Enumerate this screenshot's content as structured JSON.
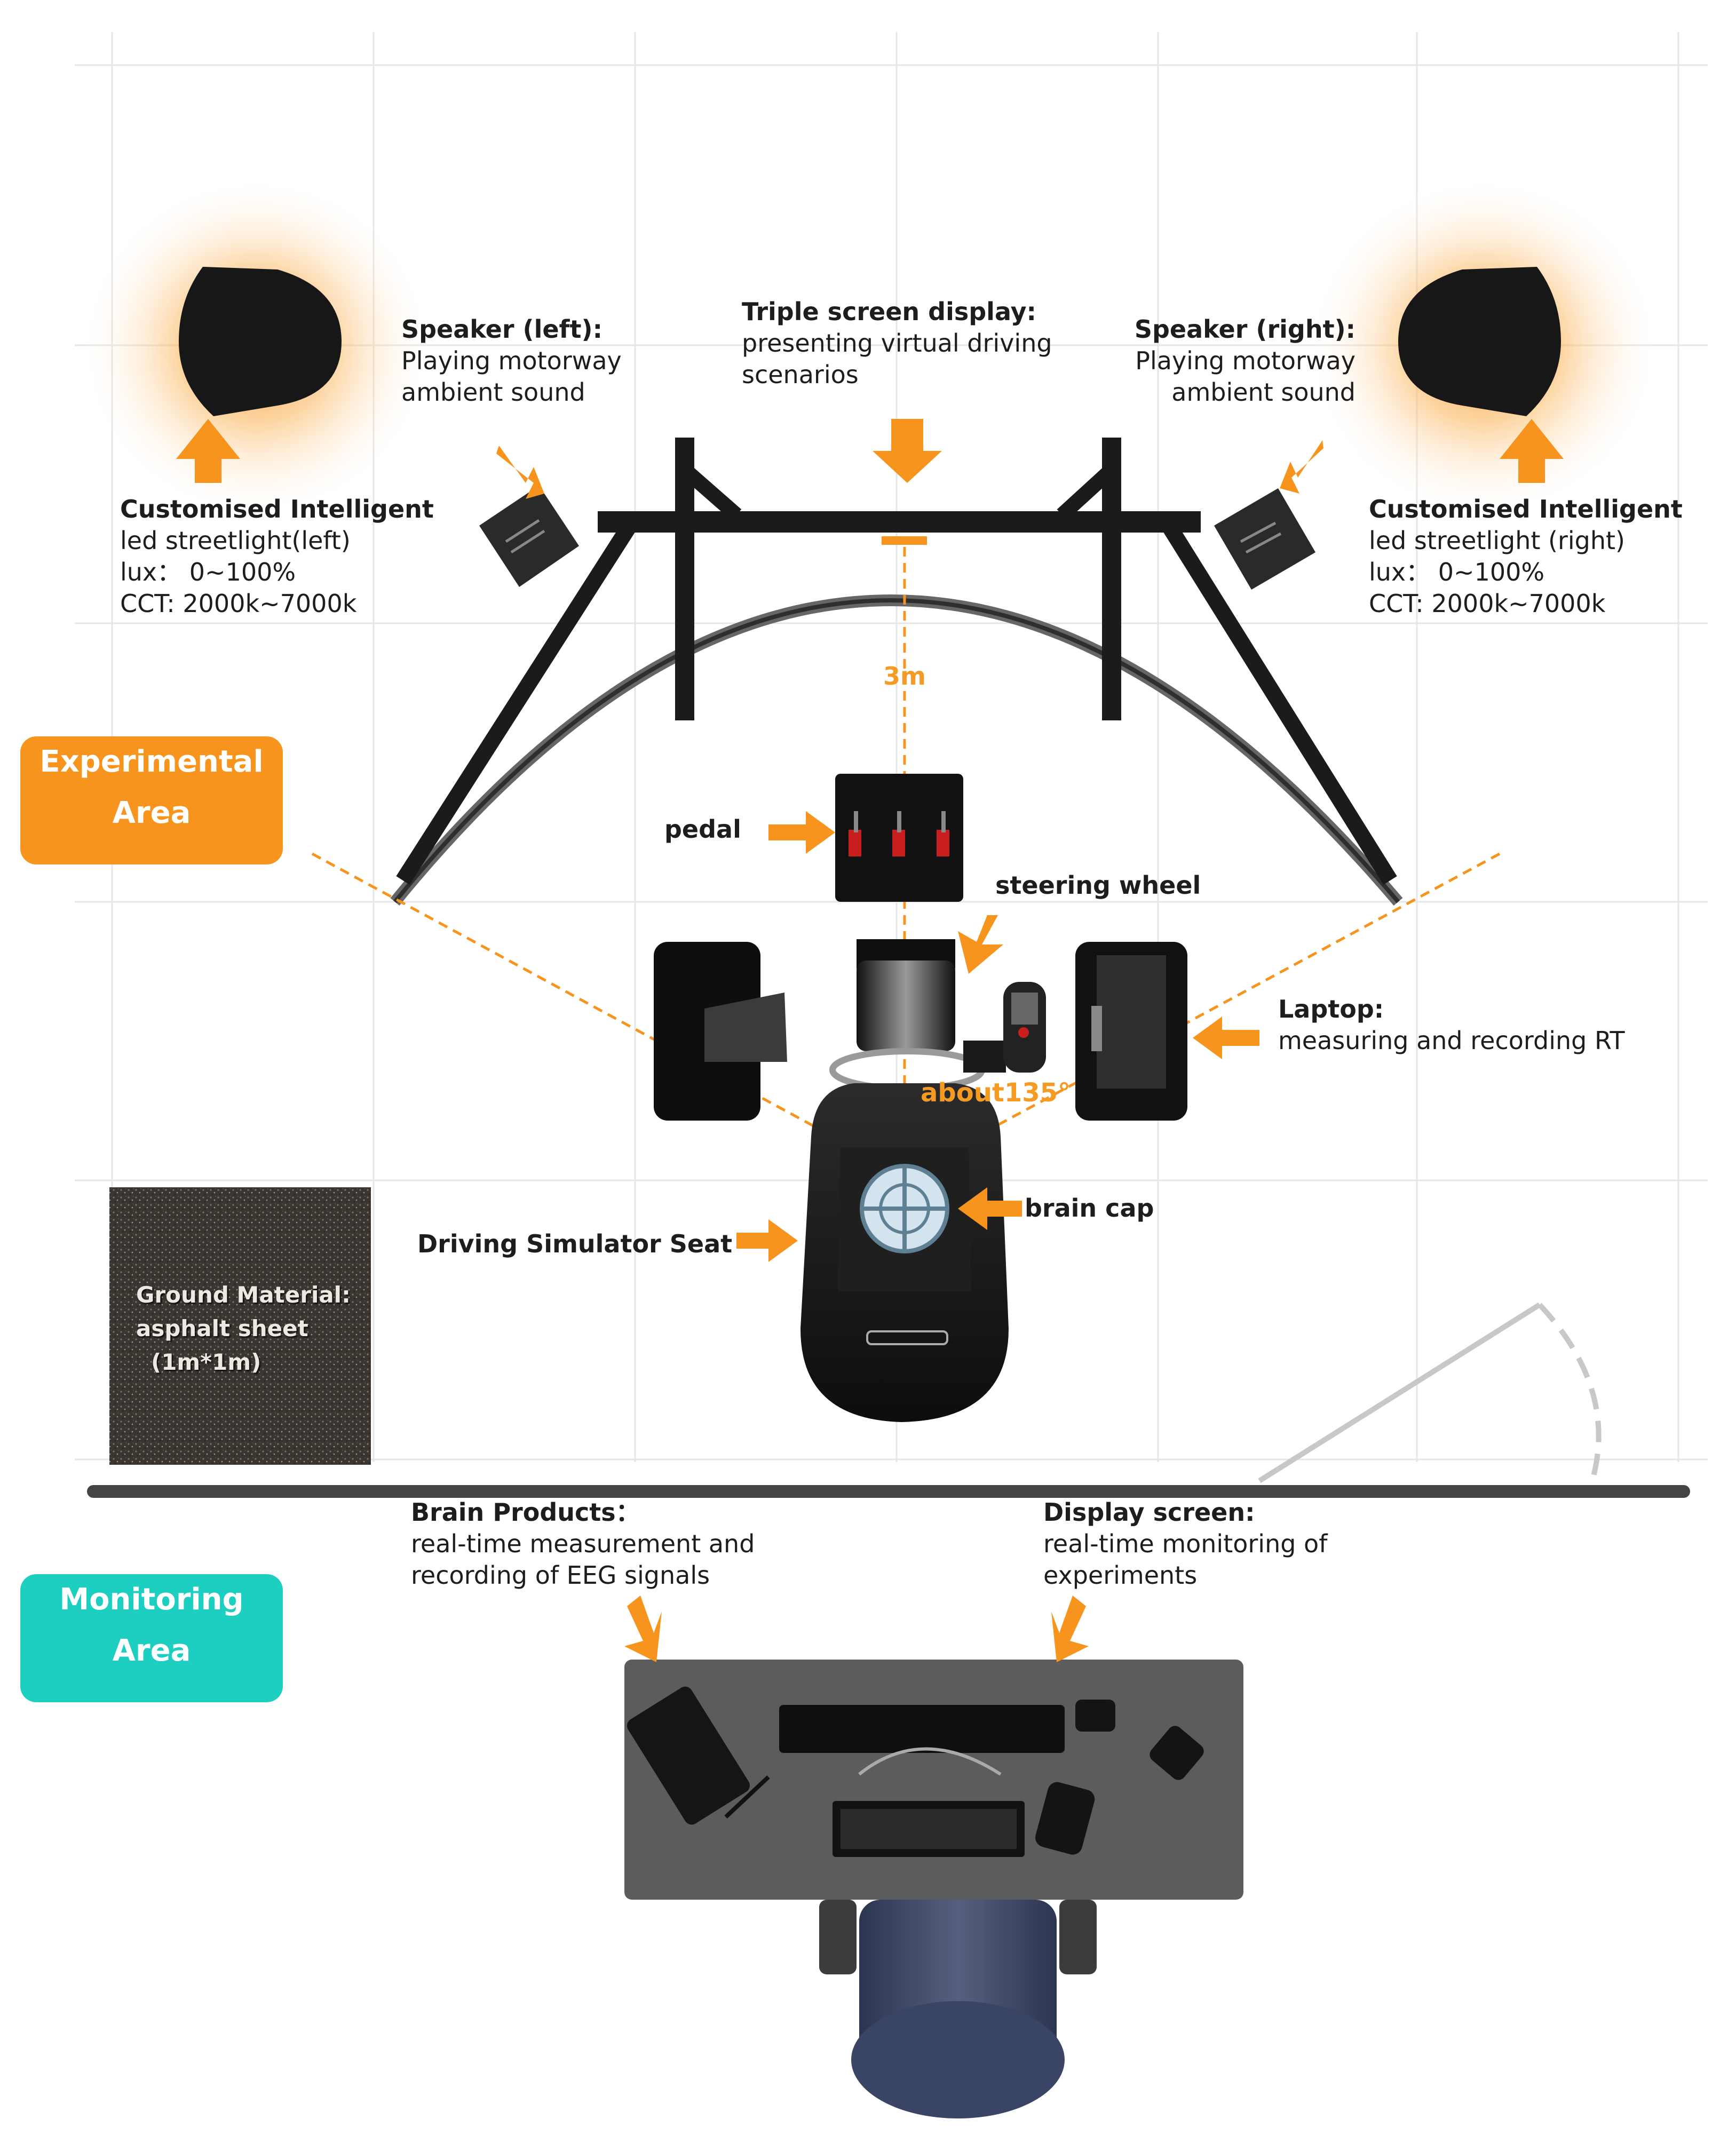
{
  "areas": {
    "experimental": {
      "line1": "Experimental",
      "line2": "Area",
      "color": "#f7941d"
    },
    "monitoring": {
      "line1": "Monitoring",
      "line2": "Area",
      "color": "#1ccfc0"
    }
  },
  "labels": {
    "speaker_left": {
      "title": "Speaker (left):",
      "line1": "Playing motorway",
      "line2": "ambient sound"
    },
    "triple_screen": {
      "title": "Triple screen display:",
      "line1": "presenting virtual driving",
      "line2": "scenarios"
    },
    "speaker_right": {
      "title": "Speaker (right):",
      "line1": "Playing motorway",
      "line2": "ambient sound"
    },
    "light_left": {
      "title": "Customised Intelligent",
      "line1": "led streetlight(left)",
      "line2": "lux： 0~100%",
      "line3": "CCT: 2000k~7000k"
    },
    "light_right": {
      "title": "Customised Intelligent",
      "line1": "led streetlight (right)",
      "line2": "lux： 0~100%",
      "line3": "CCT: 2000k~7000k"
    },
    "distance": "3m",
    "pedal": "pedal",
    "steering_wheel": "steering wheel",
    "laptop": {
      "title": "Laptop:",
      "line1": "measuring and recording RT"
    },
    "angle": "about135°",
    "brain_cap": "brain cap",
    "seat": "Driving Simulator Seat",
    "ground": {
      "line1": "Ground Material:",
      "line2": "asphalt sheet",
      "line3": "(1m*1m)"
    },
    "brain_products": {
      "title": "Brain Products：",
      "line1": "real-time measurement and",
      "line2": "recording of EEG signals"
    },
    "display_screen": {
      "title": "Display screen:",
      "line1": "real-time monitoring of",
      "line2": "experiments"
    }
  },
  "colors": {
    "accent": "#f7941d",
    "grid": "#e6e6e6",
    "equipment": "#1c1c1c",
    "desk": "#5a5a5a"
  },
  "icons": [
    "arrow-icon",
    "streetlight-icon",
    "speaker-icon",
    "triple-screen-icon",
    "pedal-icon",
    "steering-wheel-icon",
    "laptop-icon",
    "monitor-icon",
    "seat-icon",
    "brain-cap-icon",
    "door-icon",
    "desk-icon",
    "keyboard-icon",
    "mouse-icon",
    "tablet-icon",
    "office-chair-icon"
  ]
}
